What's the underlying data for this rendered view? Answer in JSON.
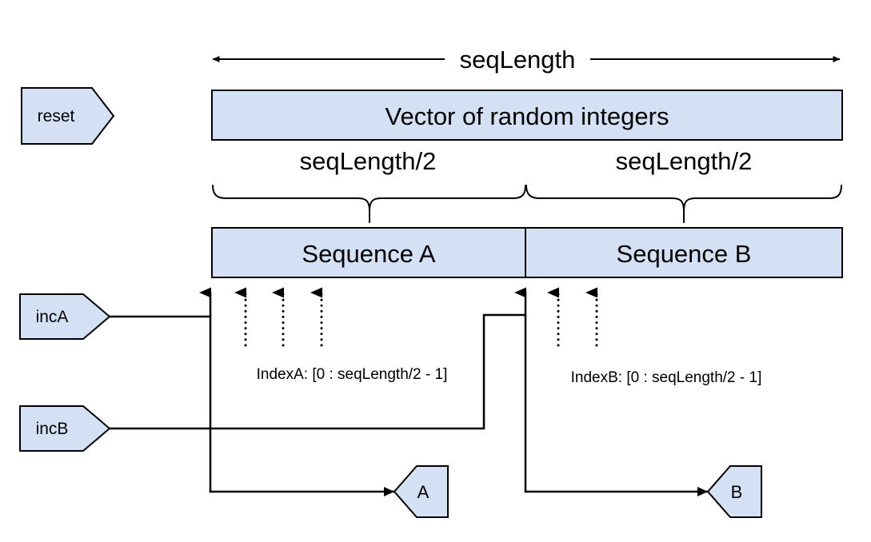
{
  "diagram": {
    "title_measure": "seqLength",
    "vector_box": {
      "label": "Vector of random integers"
    },
    "half_labels": {
      "left": "seqLength/2",
      "right": "seqLength/2"
    },
    "sequence_boxes": [
      {
        "label": "Sequence A"
      },
      {
        "label": "Sequence B"
      }
    ],
    "index_labels": {
      "a": "IndexA: [0 : seqLength/2 - 1]",
      "b": "IndexB: [0 : seqLength/2 - 1]"
    },
    "inputs": [
      {
        "label": "reset"
      },
      {
        "label": "incA"
      },
      {
        "label": "incB"
      }
    ],
    "outputs": [
      {
        "label": "A"
      },
      {
        "label": "B"
      }
    ],
    "colors": {
      "shape_fill": "#d4e1f5",
      "stroke": "#000000",
      "background": "#ffffff"
    }
  }
}
